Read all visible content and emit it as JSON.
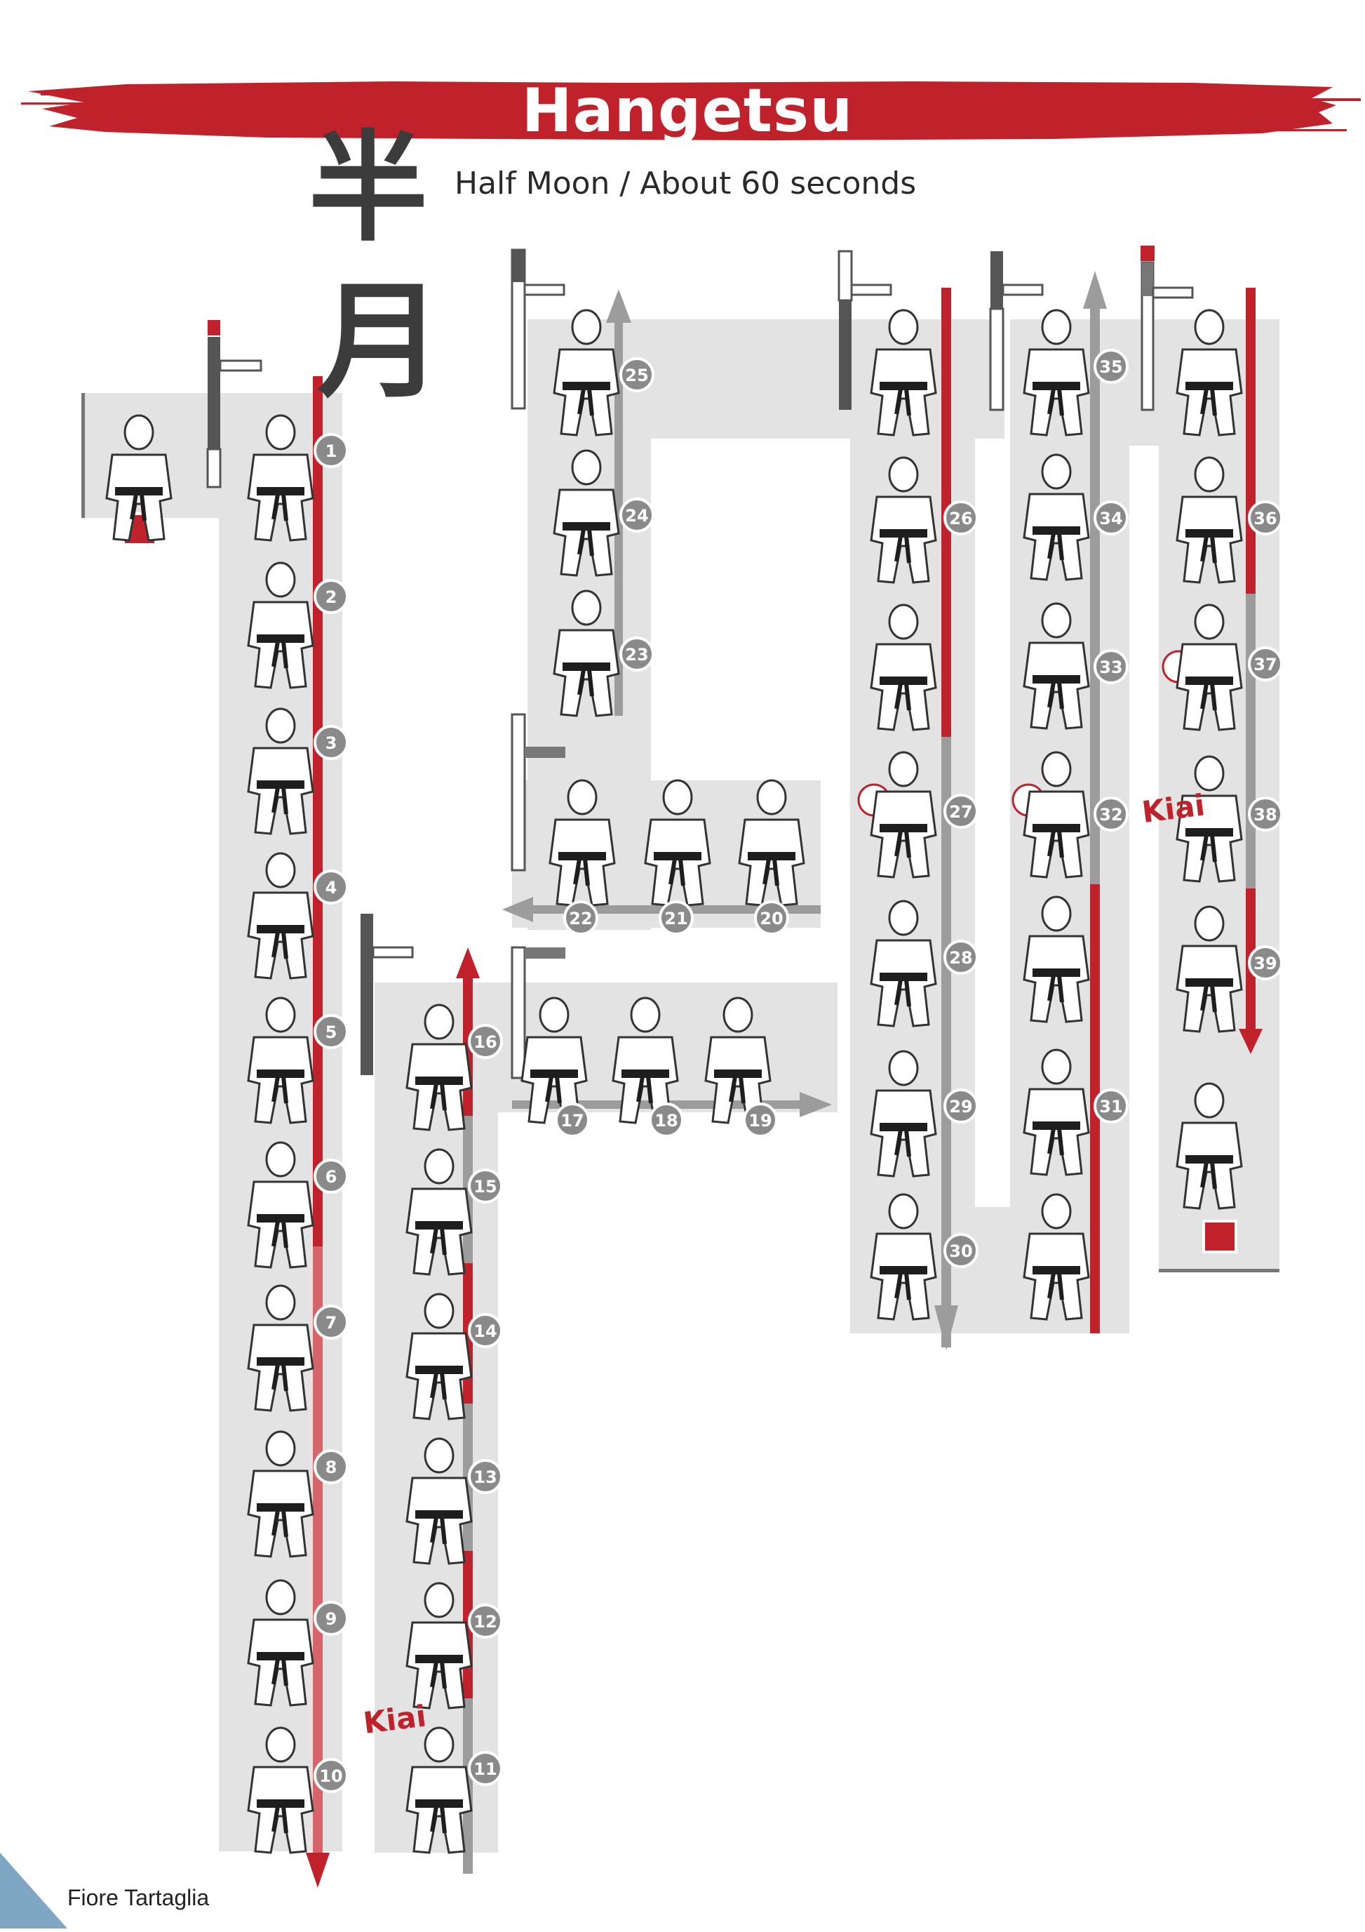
{
  "header": {
    "title": "Hangetsu",
    "subtitle": "Half Moon / About 60 seconds",
    "kanji": [
      "半",
      "月"
    ]
  },
  "footer": {
    "author": "Fiore Tartaglia"
  },
  "colors": {
    "red": "#c0222c",
    "grey_lane": "#e3e3e3",
    "dark_grey": "#8a8a8a",
    "arrow_grey": "#9c9c9c"
  },
  "steps": [
    "1",
    "2",
    "3",
    "4",
    "5",
    "6",
    "7",
    "8",
    "9",
    "10",
    "11",
    "12",
    "13",
    "14",
    "15",
    "16",
    "17",
    "18",
    "19",
    "20",
    "21",
    "22",
    "23",
    "24",
    "25",
    "26",
    "27",
    "28",
    "29",
    "30",
    "31",
    "32",
    "33",
    "34",
    "35",
    "36",
    "37",
    "38",
    "39"
  ],
  "kiai": [
    "Kiai",
    "Kiai"
  ]
}
